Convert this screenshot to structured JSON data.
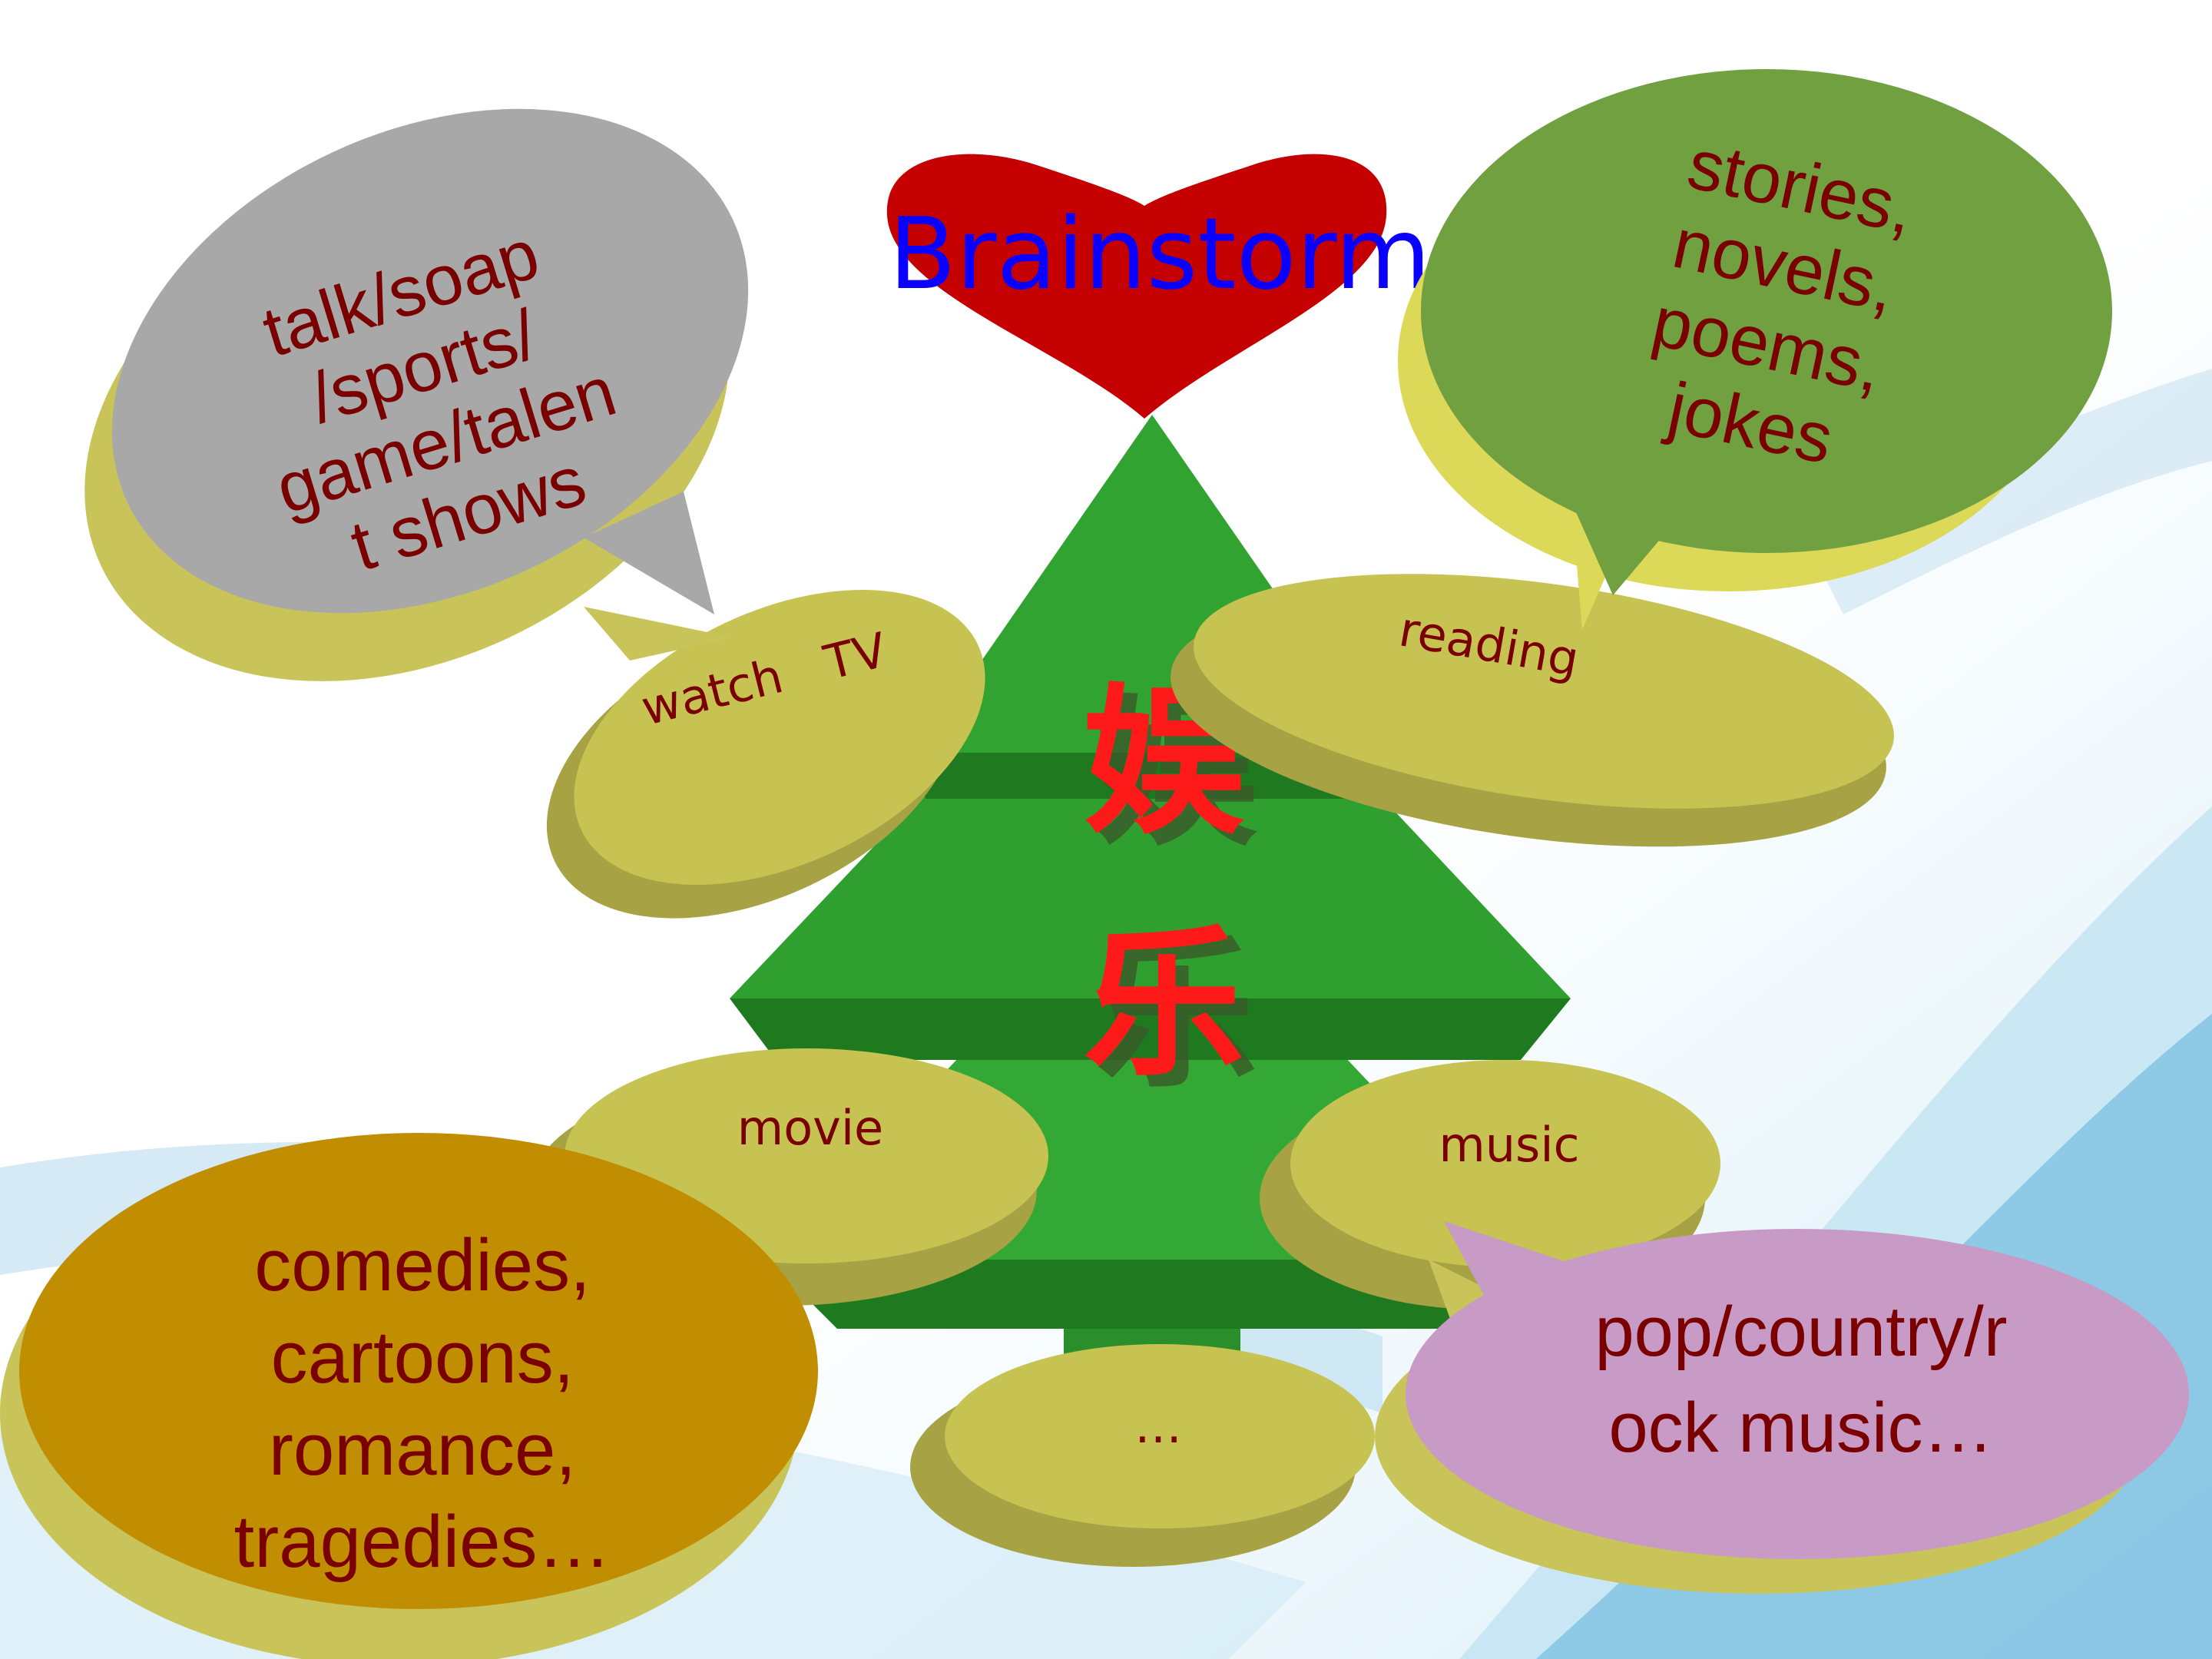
{
  "title": "Brainstorm",
  "center": {
    "char_top": "娱",
    "char_bottom": "乐"
  },
  "nodes": {
    "watch_tv": "watch   TV",
    "reading": "reading",
    "movie": "movie",
    "music": "music",
    "more": "…"
  },
  "bubbles": {
    "tv": [
      "talk/soap",
      "/sports/",
      "game/talen",
      "t shows"
    ],
    "reading": [
      "stories,",
      "novels,",
      "poems,",
      "jokes"
    ],
    "movie": [
      "comedies,",
      "cartoons,",
      "romance,",
      "tragedies…"
    ],
    "music": [
      "pop/country/r",
      "ock music…"
    ]
  },
  "colors": {
    "tree": "#2f9e2f",
    "heart": "#c40000",
    "node": "#c7c352",
    "bubble_tv": "#a8a8a8",
    "bubble_reading": "#70a040",
    "bubble_movie": "#c08e00",
    "bubble_music": "#c89ac6",
    "text": "#7a0000",
    "title": "#0a00ff",
    "accent_char": "#ff1a1a"
  }
}
